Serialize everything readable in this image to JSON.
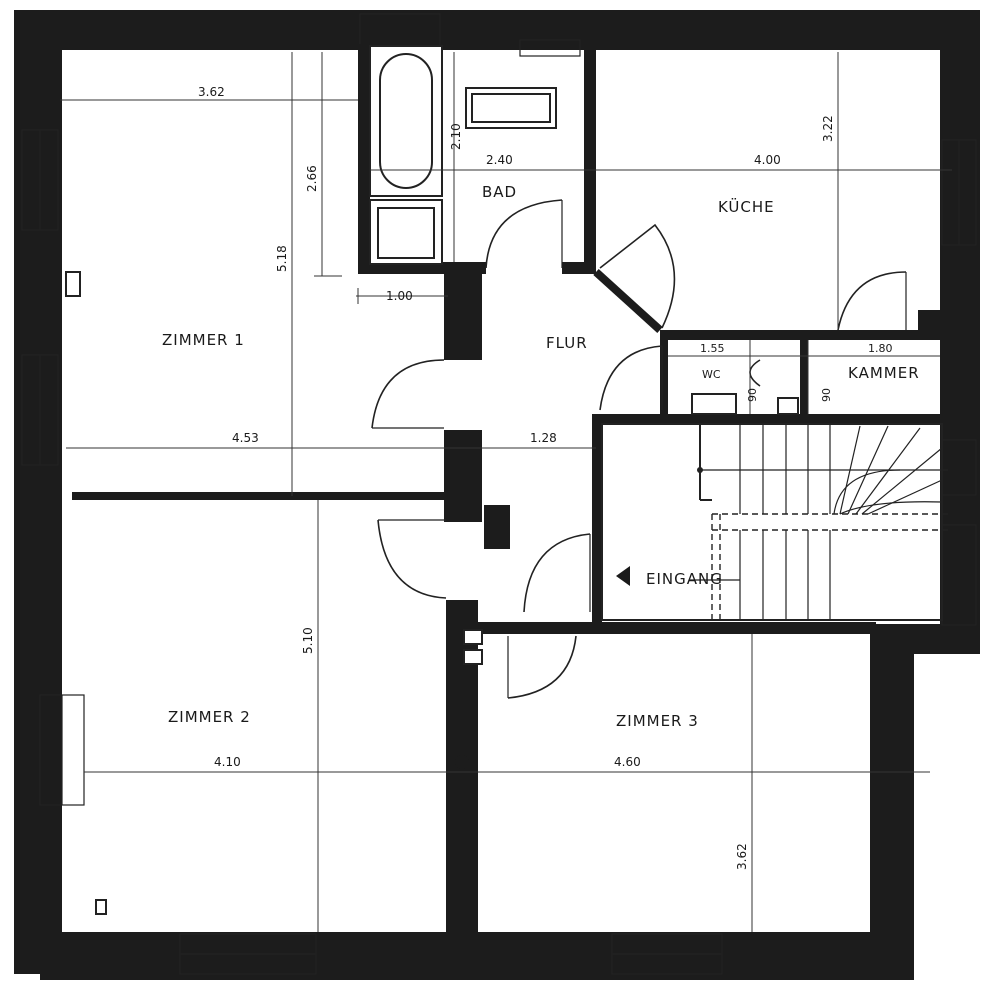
{
  "rooms": {
    "zimmer1": "ZIMMER 1",
    "zimmer2": "ZIMMER 2",
    "zimmer3": "ZIMMER 3",
    "bad": "BAD",
    "kueche": "KÜCHE",
    "flur": "FLUR",
    "wc": "WC",
    "kammer": "KAMMER",
    "eingang": "EINGANG"
  },
  "dimensions": {
    "z1_width_top": "3.62",
    "z1_height_bath": "2.66",
    "z1_height": "5.18",
    "bath_height": "2.10",
    "bath_width": "2.40",
    "kitchen_width": "4.00",
    "kitchen_height": "3.22",
    "hall_width_top": "1.00",
    "z1_width": "4.53",
    "hall_width": "1.28",
    "wc_width": "1.55",
    "wc_depth": "90",
    "kammer_width": "1.80",
    "kammer_depth": "90",
    "z2_height": "5.10",
    "z2_width": "4.10",
    "z3_width": "4.60",
    "z3_height": "3.62"
  }
}
